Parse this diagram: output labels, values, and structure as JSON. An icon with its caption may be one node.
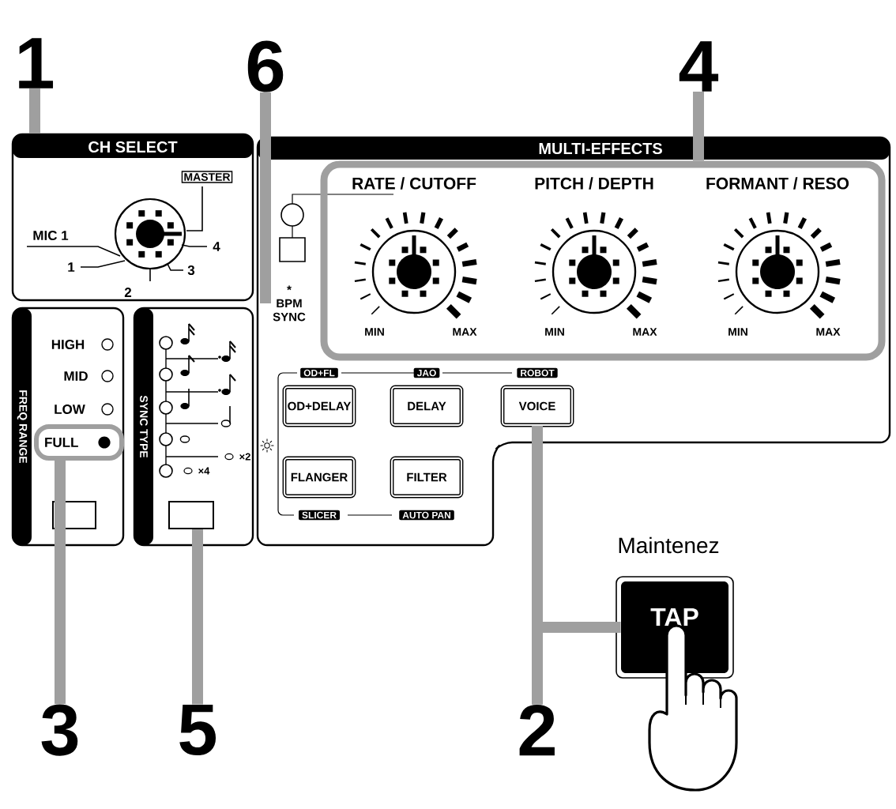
{
  "diagram": {
    "nodes": [
      {
        "text": [
          "1"
        ]
      },
      {
        "text": [
          "6"
        ]
      },
      {
        "text": [
          "4"
        ]
      },
      {
        "text": [
          "CH SELECT"
        ]
      },
      {
        "text": [
          "MULTI-EFFECTS"
        ]
      },
      {
        "text": [
          "*",
          "BPM SYNC"
        ],
        "in": 4
      },
      {
        "text": [],
        "shape": "box",
        "in": 4
      },
      {
        "text": [
          "RATE / CUTOFF"
        ],
        "in": 6
      },
      {
        "text": [
          "PITCH / DEPTH"
        ],
        "in": 6
      },
      {
        "text": [
          "FORMANT / RESO"
        ],
        "in": 6
      },
      {
        "text": [
          "OD+DELAY"
        ],
        "beside": [
          "OD+FL"
        ],
        "in": 4
      },
      {
        "text": [
          "DELAY"
        ],
        "beside": [
          "JAO"
        ],
        "in": 4
      },
      {
        "text": [
          "VOICE"
        ],
        "beside": [
          "ROBOT"
        ],
        "in": 4
      },
      {
        "text": [
          "FLANGER"
        ],
        "beside": [
          "SLICER"
        ],
        "in": 4
      },
      {
        "text": [
          "FILTER"
        ],
        "beside": [
          "AUTO PAN"
        ],
        "in": 4
      },
      {
        "text": [
          "FREQ RANGE"
        ]
      },
      {
        "text": [
          "FULL"
        ],
        "in": 15
      },
      {
        "text": [],
        "shape": "box",
        "in": 15
      },
      {
        "text": [
          "SYNC TYPE"
        ]
      },
      {
        "text": [],
        "shape": "box",
        "in": 18
      },
      {
        "text": [
          "TAP"
        ],
        "beside": [
          "Maintenez"
        ]
      },
      {
        "text": [
          "3"
        ]
      },
      {
        "text": [
          "5"
        ]
      },
      {
        "text": [
          "2"
        ]
      }
    ],
    "edges": [
      {
        "from": 0,
        "to": 3,
        "arrow": "none"
      },
      {
        "from": 1,
        "to": 5,
        "arrow": "none"
      },
      {
        "from": 2,
        "to": 6,
        "arrow": "none"
      },
      {
        "from": 21,
        "to": 16,
        "arrow": "none"
      },
      {
        "from": 22,
        "to": 19,
        "arrow": "none"
      },
      {
        "from": 23,
        "to": 12,
        "arrow": "none"
      },
      {
        "from": 23,
        "to": 20,
        "arrow": "none"
      }
    ],
    "labels": [
      "MASTER",
      "MIC 1",
      "4",
      "1",
      "3",
      "2",
      "MIN",
      "MAX",
      "MIN",
      "MAX",
      "MIN",
      "MAX",
      "HIGH",
      "MID",
      "LOW",
      "×2",
      "×4"
    ]
  }
}
